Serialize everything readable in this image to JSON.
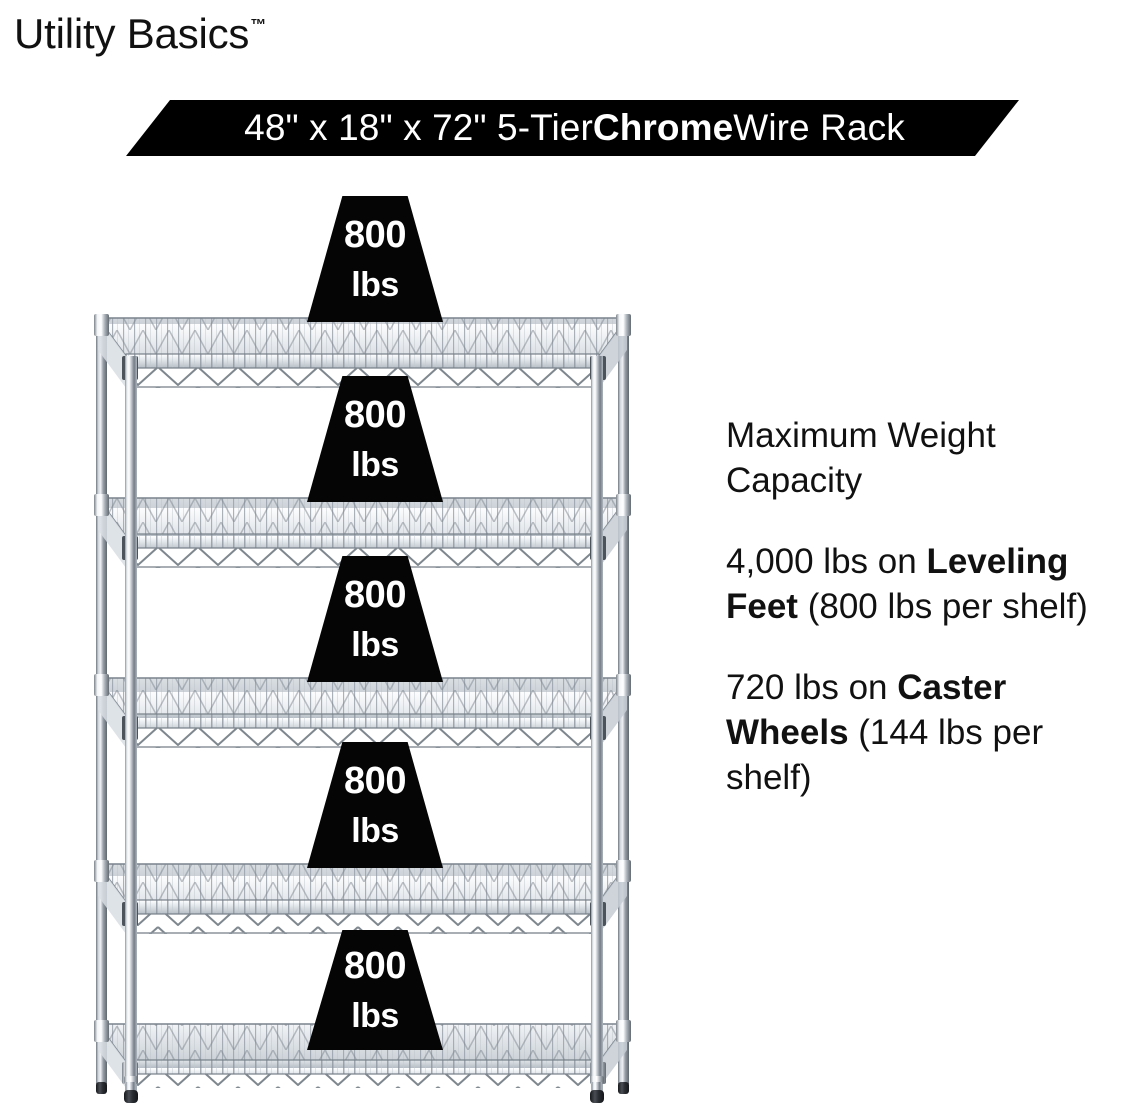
{
  "brand": {
    "name": "Utility Basics",
    "trademark": "™"
  },
  "banner": {
    "text_before_bold": "48\" x 18\" x 72\" 5-Tier ",
    "bold": "Chrome",
    "text_after_bold": " Wire Rack",
    "full_text": "48\" x 18\" x 72\" 5-Tier Chrome Wire Rack",
    "background_color": "#000000",
    "text_color": "#ffffff"
  },
  "copy": {
    "heading": "Maximum Weight Capacity",
    "paragraph_1": {
      "part_1": "4,000 lbs on ",
      "bold": "Leveling Feet",
      "part_2": " (800 lbs per shelf)",
      "full_text": "4,000 lbs on Leveling Feet (800 lbs per shelf)"
    },
    "paragraph_2": {
      "part_1": "720 lbs on ",
      "bold": "Caster Wheels",
      "part_2": " (144 lbs per shelf)",
      "full_text": "720 lbs on Caster Wheels (144 lbs per shelf)"
    }
  },
  "product": {
    "width_in": "48\"",
    "depth_in": "18\"",
    "height_in": "72\"",
    "tiers": "5-Tier",
    "finish": "Chrome",
    "type": "Wire Rack",
    "shelf_count": 5,
    "per_shelf_capacity": "800 lbs",
    "total_leveling_feet_capacity": "4,000 lbs",
    "total_caster_capacity": "720 lbs",
    "per_shelf_caster_capacity": "144 lbs"
  },
  "callouts": [
    {
      "value": "800",
      "unit": "lbs"
    },
    {
      "value": "800",
      "unit": "lbs"
    },
    {
      "value": "800",
      "unit": "lbs"
    },
    {
      "value": "800",
      "unit": "lbs"
    },
    {
      "value": "800",
      "unit": "lbs"
    }
  ],
  "colors": {
    "background": "#ffffff",
    "ink": "#111111",
    "badge_fill": "#050505",
    "badge_text": "#ffffff",
    "chrome_light": "#fbfcfd",
    "chrome_mid": "#c9cfd6",
    "chrome_dark": "#6e7680",
    "foot_cap": "#2a2d31"
  }
}
